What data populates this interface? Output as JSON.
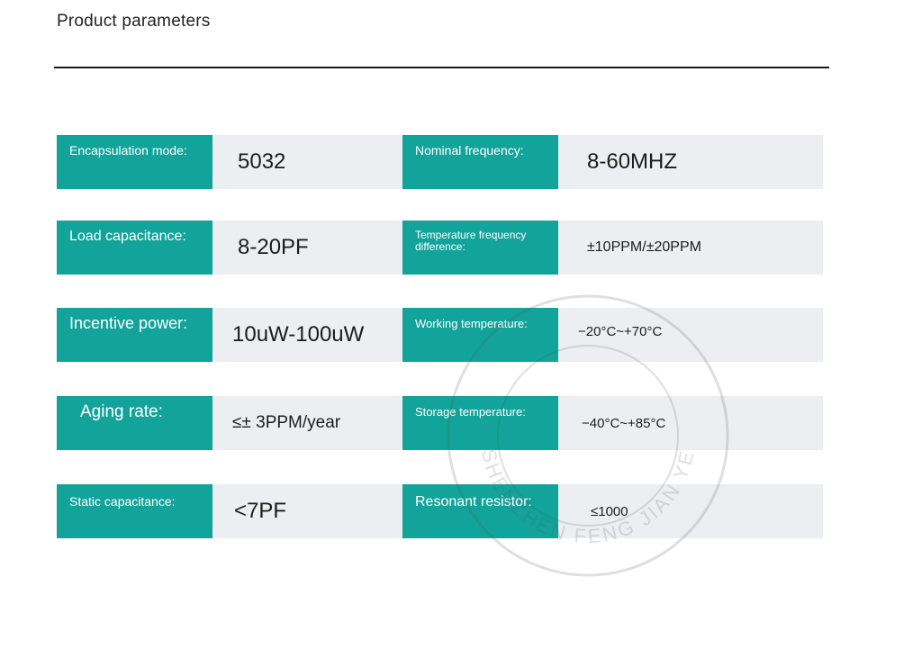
{
  "header": {
    "title": "Product parameters"
  },
  "rows": [
    {
      "left_label": "Encapsulation mode:",
      "left_value": "5032",
      "right_label": "Nominal frequency:",
      "right_value": "8-60MHZ"
    },
    {
      "left_label": "Load capacitance:",
      "left_value": "8-20PF",
      "right_label": "Temperature frequency difference:",
      "right_value": "±10PPM/±20PPM"
    },
    {
      "left_label": "Incentive power:",
      "left_value": "10uW-100uW",
      "right_label": "Working temperature:",
      "right_value": "−20°C~+70°C"
    },
    {
      "left_label": "Aging rate:",
      "left_value": "≤± 3PPM/year",
      "right_label": "Storage temperature:",
      "right_value": "−40°C~+85°C"
    },
    {
      "left_label": "Static capacitance:",
      "left_value": "<7PF",
      "right_label": "Resonant resistor:",
      "right_value": "≤1000"
    }
  ],
  "watermark": {
    "text": "SHENZHEN FENG JIAN YE"
  },
  "colors": {
    "label_bg": "#12a39a",
    "value_bg": "#eceef2",
    "rule": "#1a1a1a"
  }
}
